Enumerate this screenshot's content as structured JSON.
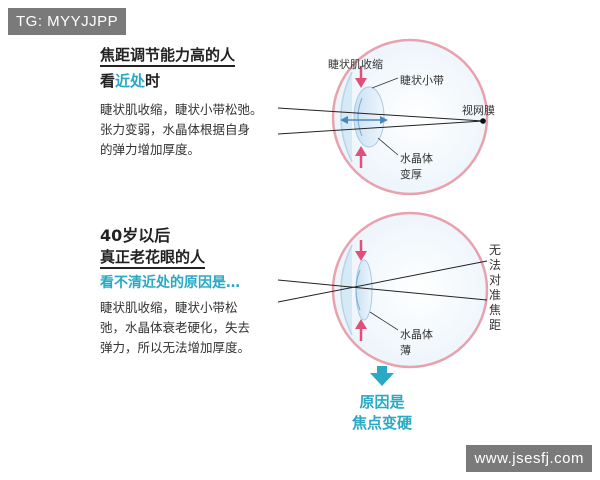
{
  "watermark_top": "TG: MYYJJPP",
  "watermark_bottom": "www.jsesfj.com",
  "top": {
    "title": "焦距调节能力高的人",
    "subtitle_prefix": "看",
    "subtitle_highlight": "近处",
    "subtitle_suffix": "时",
    "lines": [
      "睫状肌收缩，睫状小带松弛。",
      "张力变弱，水晶体根据自身",
      "的弹力增加厚度。"
    ],
    "label_ciliary_muscle": "睫状肌收缩",
    "label_zonule": "睫状小带",
    "label_retina": "视网膜",
    "label_lens_1": "水晶体",
    "label_lens_2": "变厚"
  },
  "bottom": {
    "title_1": "40岁以后",
    "title_2": "真正老花眼的人",
    "subtitle": "看不清近处的原因是…",
    "lines": [
      "睫状肌收缩，睫状小带松",
      "弛，水晶体衰老硬化，失去",
      "弹力，所以无法增加厚度。"
    ],
    "label_lens_1": "水晶体",
    "label_lens_2": "薄",
    "label_focus": [
      "无",
      "法",
      "对",
      "准",
      "焦",
      "距"
    ]
  },
  "result_1": "原因是",
  "result_2": "焦点变硬",
  "colors": {
    "accent": "#2aa9c4",
    "eye_outline": "#e8a2ad",
    "arrow": "#e0507a",
    "lens": "#d6eaf6"
  }
}
